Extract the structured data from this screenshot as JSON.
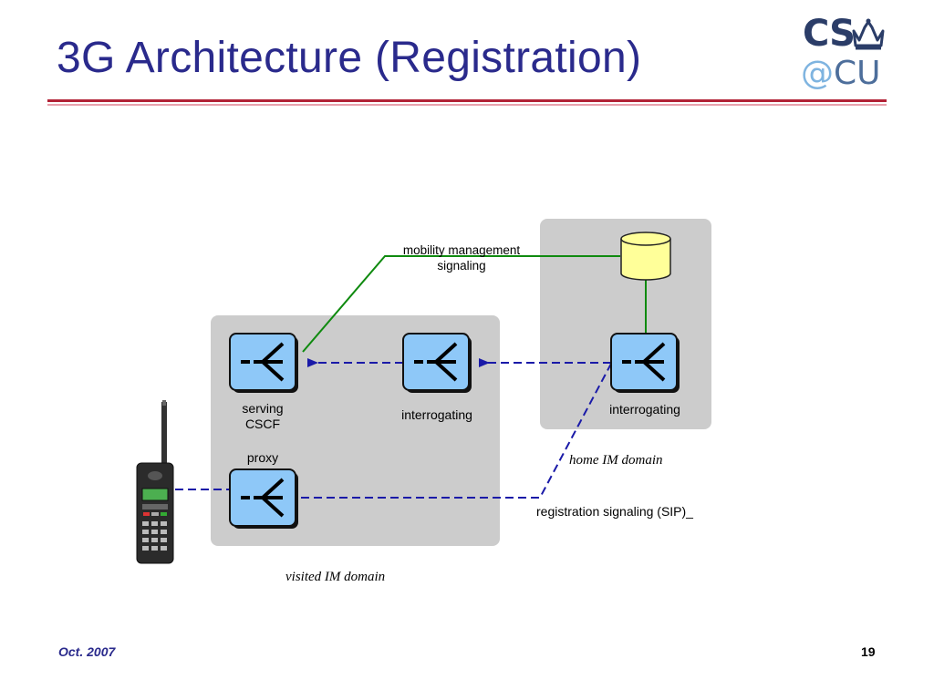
{
  "slide": {
    "title": "3G Architecture (Registration)",
    "footer_date": "Oct. 2007",
    "page_number": "19"
  },
  "logo": {
    "top": "CS",
    "at": "@",
    "bottom": "CU"
  },
  "diagram": {
    "mobility_label": "mobility management\nsignaling",
    "serving_label": "serving\nCSCF",
    "interrogating_label_visited": "interrogating",
    "interrogating_label_home": "interrogating",
    "proxy_label": "proxy",
    "home_domain_label": "home IM domain",
    "visited_domain_label": "visited IM domain",
    "registration_label": "registration signaling (SIP)_"
  },
  "colors": {
    "title": "#2a2a8c",
    "domain_box": "#cccccc",
    "node_fill": "#8ec8f8",
    "signal_dashed": "#1a1aa8",
    "mobility_line": "#0f8a0f",
    "database": "#ffff99"
  }
}
